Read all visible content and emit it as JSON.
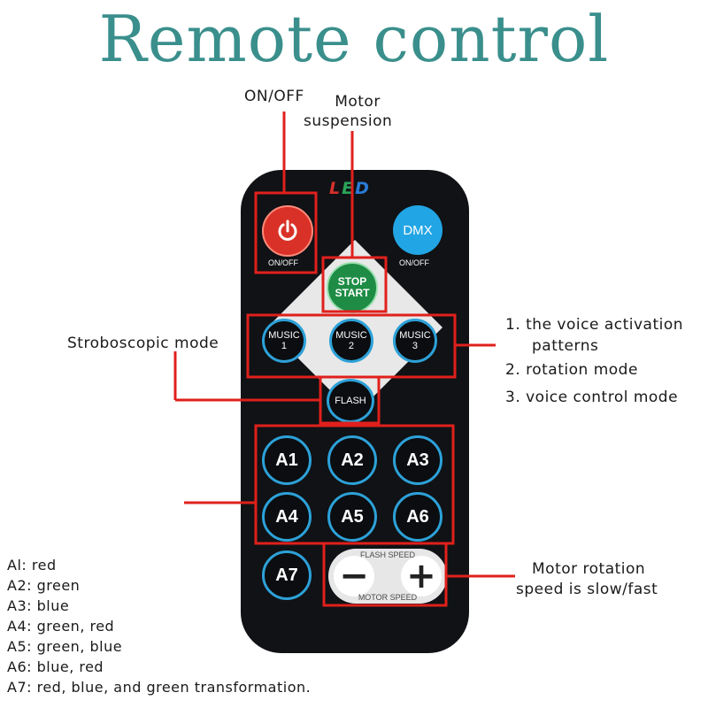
{
  "title": "Remote control",
  "callouts": {
    "on_off": "ON/OFF",
    "motor_suspension": [
      "Motor",
      "suspension"
    ],
    "stroboscopic": "Stroboscopic mode",
    "music_modes": [
      "1. the voice activation",
      "patterns",
      "2. rotation mode",
      "3. voice control mode"
    ],
    "motor_speed": [
      "Motor rotation",
      "speed is slow/fast"
    ]
  },
  "remote": {
    "brand": [
      "L",
      "E",
      "D"
    ],
    "brand_colors": [
      "#d9302c",
      "#2aa35a",
      "#2b7bd8"
    ],
    "power_label": "ON/OFF",
    "dmx_label": "DMX",
    "dmx_sub_label": "ON/OFF",
    "stop_start": [
      "STOP",
      "START"
    ],
    "music": [
      {
        "top": "MUSIC",
        "num": "1"
      },
      {
        "top": "MUSIC",
        "num": "2"
      },
      {
        "top": "MUSIC",
        "num": "3"
      }
    ],
    "flash": "FLASH",
    "a_buttons": [
      "A1",
      "A2",
      "A3",
      "A4",
      "A5",
      "A6",
      "A7"
    ],
    "flash_speed": "FLASH SPEED",
    "motor_speed": "MOTOR SPEED",
    "minus": "−",
    "plus": "+"
  },
  "color_notes": [
    "Al: red",
    "A2: green",
    "A3: blue",
    "A4: green, red",
    "A5: green, blue",
    "A6: blue, red",
    "A7: red, blue, and green transformation."
  ],
  "colors": {
    "title": "#3a8f8c",
    "callout_red": "#e0201c",
    "remote_body": "#101215",
    "button_ring": "#2da1d8"
  }
}
